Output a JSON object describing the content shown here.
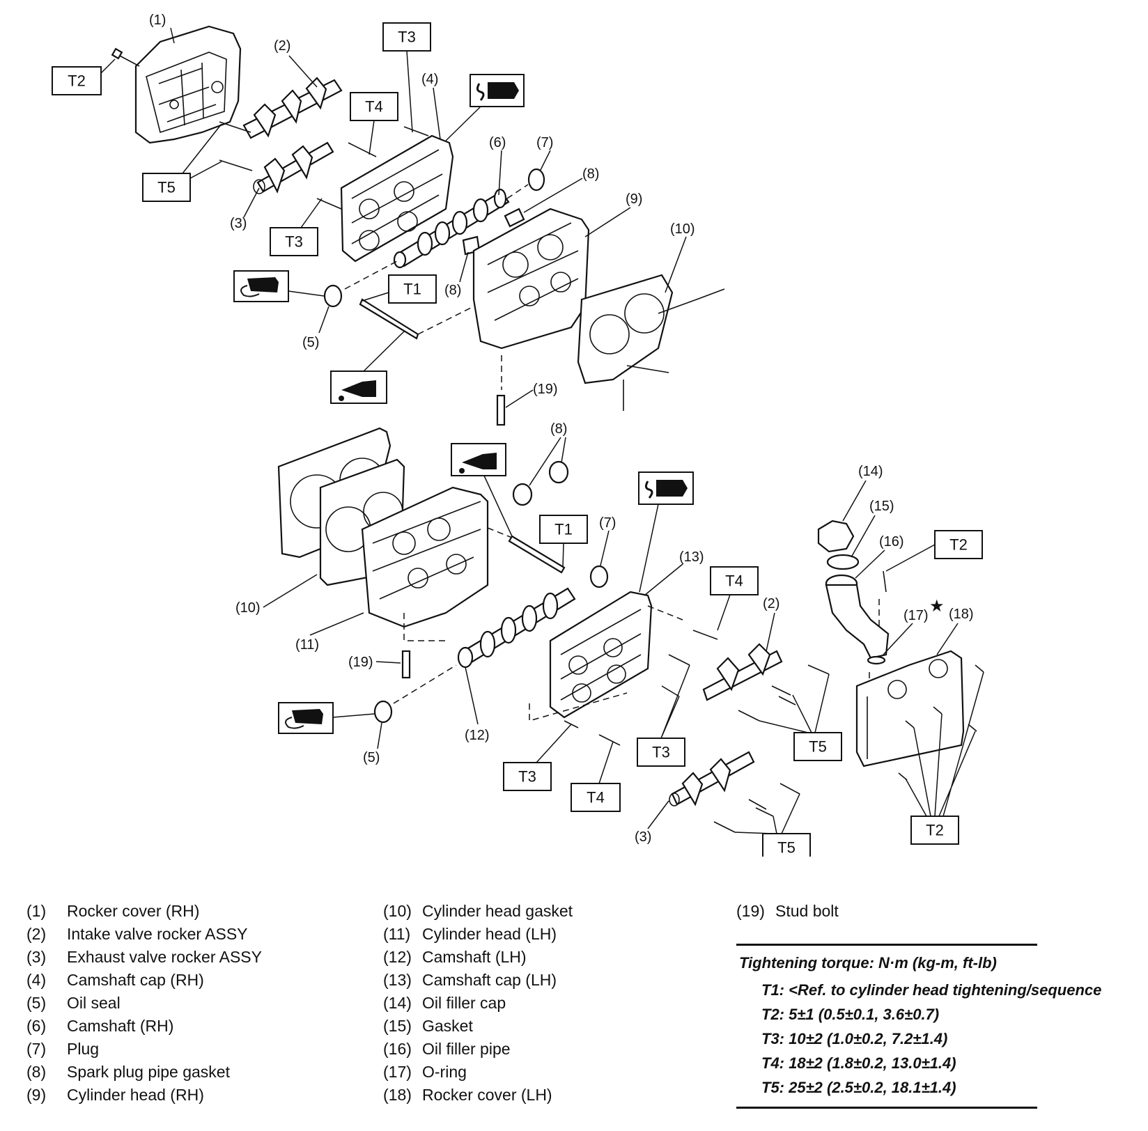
{
  "callouts": {
    "c1": "(1)",
    "c2a": "(2)",
    "c3a": "(3)",
    "c4": "(4)",
    "c5a": "(5)",
    "c6": "(6)",
    "c7a": "(7)",
    "c8a": "(8)",
    "c8b": "(8)",
    "c9": "(9)",
    "c10a": "(10)",
    "c19a": "(19)",
    "c8c": "(8)",
    "c7b": "(7)",
    "c13": "(13)",
    "c10b": "(10)",
    "c11": "(11)",
    "c19b": "(19)",
    "c12": "(12)",
    "c5b": "(5)",
    "c14": "(14)",
    "c15": "(15)",
    "c16": "(16)",
    "c17": "(17)",
    "c18": "(18)",
    "c2b": "(2)",
    "c3b": "(3)",
    "star": "★"
  },
  "torque_tags": {
    "t2_top": "T2",
    "t3_top": "T3",
    "t4_top": "T4",
    "t5_top": "T5",
    "t3_mid": "T3",
    "t1_top": "T1",
    "t1_low": "T1",
    "t4_low": "T4",
    "t2_right": "T2",
    "t3_low": "T3",
    "t3_bottom": "T3",
    "t4_bottom": "T4",
    "t5_right": "T5",
    "t5_bottom": "T5",
    "t2_bottom": "T2"
  },
  "legend": {
    "col1": [
      {
        "num": "(1)",
        "name": "Rocker cover (RH)"
      },
      {
        "num": "(2)",
        "name": "Intake valve rocker ASSY"
      },
      {
        "num": "(3)",
        "name": "Exhaust valve rocker ASSY"
      },
      {
        "num": "(4)",
        "name": "Camshaft cap (RH)"
      },
      {
        "num": "(5)",
        "name": "Oil seal"
      },
      {
        "num": "(6)",
        "name": "Camshaft (RH)"
      },
      {
        "num": "(7)",
        "name": "Plug"
      },
      {
        "num": "(8)",
        "name": "Spark plug pipe gasket"
      },
      {
        "num": "(9)",
        "name": "Cylinder head (RH)"
      }
    ],
    "col2": [
      {
        "num": "(10)",
        "name": "Cylinder head gasket"
      },
      {
        "num": "(11)",
        "name": "Cylinder head (LH)"
      },
      {
        "num": "(12)",
        "name": "Camshaft (LH)"
      },
      {
        "num": "(13)",
        "name": "Camshaft cap (LH)"
      },
      {
        "num": "(14)",
        "name": "Oil filler cap"
      },
      {
        "num": "(15)",
        "name": "Gasket"
      },
      {
        "num": "(16)",
        "name": "Oil filler pipe"
      },
      {
        "num": "(17)",
        "name": "O-ring"
      },
      {
        "num": "(18)",
        "name": "Rocker cover (LH)"
      }
    ],
    "col3": [
      {
        "num": "(19)",
        "name": "Stud bolt"
      }
    ]
  },
  "torque": {
    "title": "Tightening torque: N·m (kg-m, ft-lb)",
    "rows": [
      "T1: <Ref. to cylinder head tightening/sequence",
      "T2: 5±1 (0.5±0.1, 3.6±0.7)",
      "T3: 10±2 (1.0±0.2, 7.2±1.4)",
      "T4: 18±2 (1.8±0.2, 13.0±1.4)",
      "T5: 25±2 (2.5±0.2, 18.1±1.4)"
    ]
  },
  "icons": [
    "sealant-icon",
    "grease-icon",
    "oil-can-icon"
  ]
}
